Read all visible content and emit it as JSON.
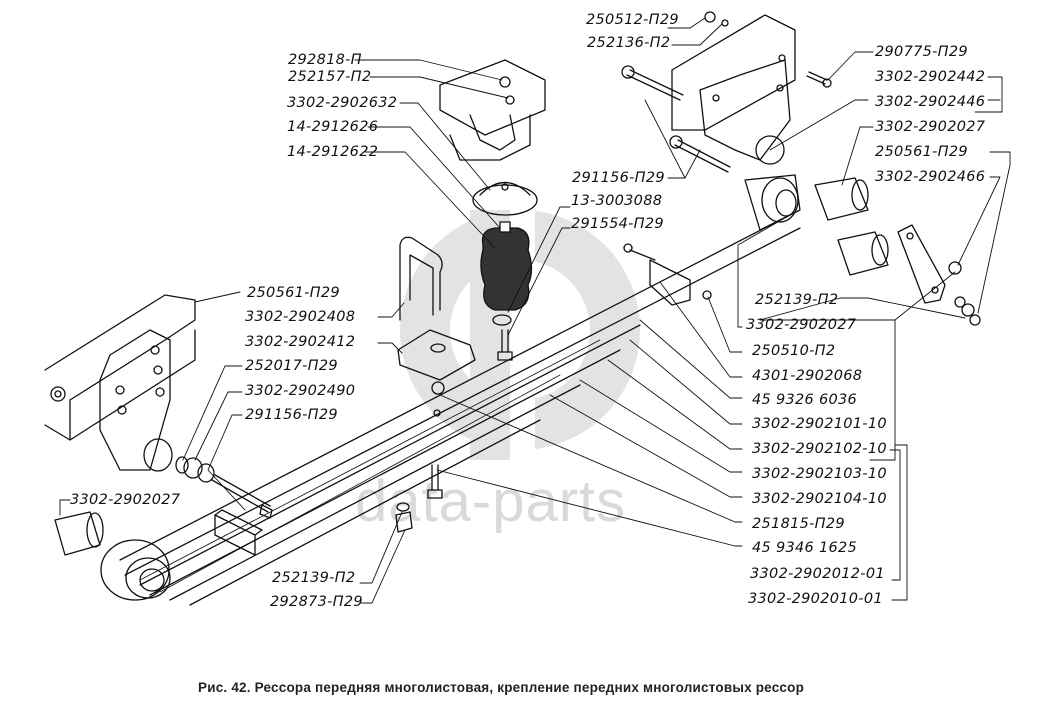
{
  "figure": {
    "caption": "Рис. 42. Рессора передняя многолистовая, крепление передних многолистовых рессор",
    "watermark": "data-parts",
    "watermark_color": "#d9d9d9",
    "line_color": "#111111"
  },
  "labels": [
    {
      "id": "l1",
      "text": "250512-П29"
    },
    {
      "id": "l2",
      "text": "252136-П2"
    },
    {
      "id": "l3",
      "text": "292818-П"
    },
    {
      "id": "l4",
      "text": "252157-П2"
    },
    {
      "id": "l5",
      "text": "3302-2902632"
    },
    {
      "id": "l6",
      "text": "14-2912626"
    },
    {
      "id": "l7",
      "text": "14-2912622"
    },
    {
      "id": "l8",
      "text": "290775-П29"
    },
    {
      "id": "l9",
      "text": "3302-2902442"
    },
    {
      "id": "l10",
      "text": "3302-2902446"
    },
    {
      "id": "l11",
      "text": "3302-2902027"
    },
    {
      "id": "l12",
      "text": "250561-П29"
    },
    {
      "id": "l13",
      "text": "3302-2902466"
    },
    {
      "id": "l14",
      "text": "291156-П29"
    },
    {
      "id": "l15",
      "text": "13-3003088"
    },
    {
      "id": "l16",
      "text": "291554-П29"
    },
    {
      "id": "l17",
      "text": "250561-П29"
    },
    {
      "id": "l18",
      "text": "3302-2902408"
    },
    {
      "id": "l19",
      "text": "3302-2902412"
    },
    {
      "id": "l20",
      "text": "252017-П29"
    },
    {
      "id": "l21",
      "text": "3302-2902490"
    },
    {
      "id": "l22",
      "text": "291156-П29"
    },
    {
      "id": "l23",
      "text": "3302-2902027"
    },
    {
      "id": "l24",
      "text": "252139-П2"
    },
    {
      "id": "l25",
      "text": "3302-2902027"
    },
    {
      "id": "l26",
      "text": "250510-П2"
    },
    {
      "id": "l27",
      "text": "4301-2902068"
    },
    {
      "id": "l28",
      "text": "45 9326 6036"
    },
    {
      "id": "l29",
      "text": "3302-2902101-10"
    },
    {
      "id": "l30",
      "text": "3302-2902102-10"
    },
    {
      "id": "l31",
      "text": "3302-2902103-10"
    },
    {
      "id": "l32",
      "text": "3302-2902104-10"
    },
    {
      "id": "l33",
      "text": "251815-П29"
    },
    {
      "id": "l34",
      "text": "45 9346 1625"
    },
    {
      "id": "l35",
      "text": "3302-2902012-01"
    },
    {
      "id": "l36",
      "text": "3302-2902010-01"
    },
    {
      "id": "l37",
      "text": "252139-П2"
    },
    {
      "id": "l38",
      "text": "292873-П29"
    }
  ]
}
